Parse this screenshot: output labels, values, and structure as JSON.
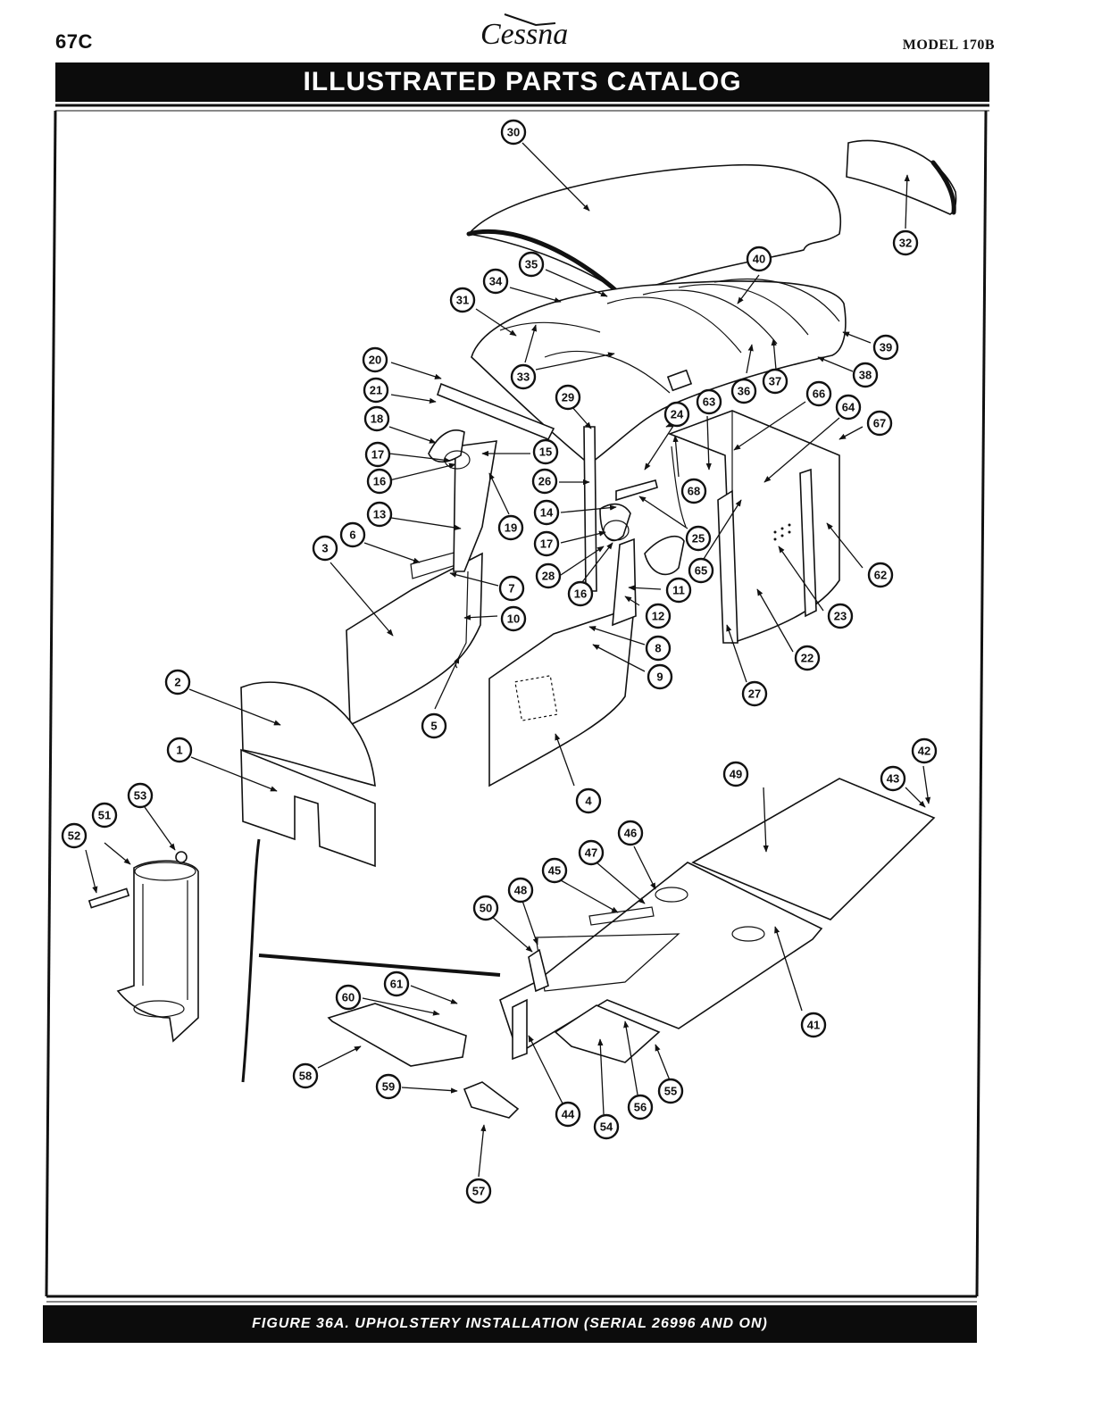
{
  "header": {
    "page_number": "67C",
    "brand": "Cessna",
    "model": "MODEL 170B",
    "title": "ILLUSTRATED PARTS CATALOG"
  },
  "caption": "FIGURE 36A.   UPHOLSTERY INSTALLATION (SERIAL 26996 AND ON)",
  "callouts": [
    {
      "label": "1"
    },
    {
      "label": "2"
    },
    {
      "label": "3"
    },
    {
      "label": "4"
    },
    {
      "label": "5"
    },
    {
      "label": "6"
    },
    {
      "label": "7"
    },
    {
      "label": "8"
    },
    {
      "label": "9"
    },
    {
      "label": "10"
    },
    {
      "label": "11"
    },
    {
      "label": "12"
    },
    {
      "label": "13"
    },
    {
      "label": "14"
    },
    {
      "label": "15"
    },
    {
      "label": "16"
    },
    {
      "label": "16"
    },
    {
      "label": "17"
    },
    {
      "label": "17"
    },
    {
      "label": "18"
    },
    {
      "label": "19"
    },
    {
      "label": "20"
    },
    {
      "label": "21"
    },
    {
      "label": "22"
    },
    {
      "label": "23"
    },
    {
      "label": "24"
    },
    {
      "label": "25"
    },
    {
      "label": "26"
    },
    {
      "label": "27"
    },
    {
      "label": "28"
    },
    {
      "label": "29"
    },
    {
      "label": "30"
    },
    {
      "label": "31"
    },
    {
      "label": "32"
    },
    {
      "label": "33"
    },
    {
      "label": "34"
    },
    {
      "label": "35"
    },
    {
      "label": "36"
    },
    {
      "label": "37"
    },
    {
      "label": "38"
    },
    {
      "label": "39"
    },
    {
      "label": "40"
    },
    {
      "label": "41"
    },
    {
      "label": "42"
    },
    {
      "label": "43"
    },
    {
      "label": "44"
    },
    {
      "label": "45"
    },
    {
      "label": "46"
    },
    {
      "label": "47"
    },
    {
      "label": "48"
    },
    {
      "label": "49"
    },
    {
      "label": "50"
    },
    {
      "label": "51"
    },
    {
      "label": "52"
    },
    {
      "label": "53"
    },
    {
      "label": "54"
    },
    {
      "label": "55"
    },
    {
      "label": "56"
    },
    {
      "label": "57"
    },
    {
      "label": "58"
    },
    {
      "label": "59"
    },
    {
      "label": "60"
    },
    {
      "label": "61"
    },
    {
      "label": "62"
    },
    {
      "label": "63"
    },
    {
      "label": "64"
    },
    {
      "label": "65"
    },
    {
      "label": "66"
    },
    {
      "label": "67"
    },
    {
      "label": "68"
    }
  ]
}
